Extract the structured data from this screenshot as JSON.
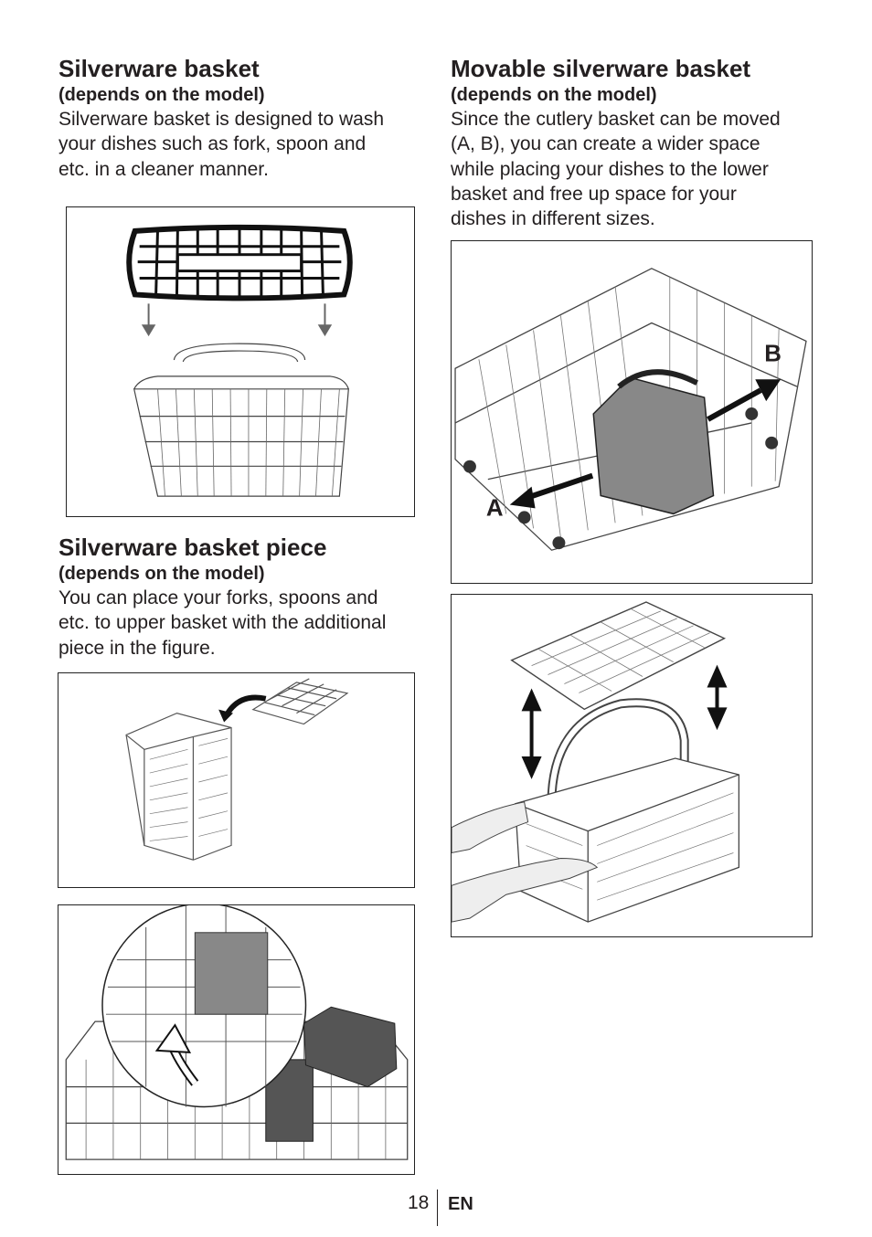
{
  "left": {
    "silverware_basket": {
      "title": "Silverware basket",
      "subtitle": "(depends on the model)",
      "lines": [
        "Silverware basket is designed to wash",
        "your dishes such as fork, spoon and",
        "etc. in a cleaner manner."
      ]
    },
    "basket_piece": {
      "title": "Silverware basket piece",
      "subtitle": "(depends on the model)",
      "lines": [
        "You can place your forks, spoons and",
        "etc. to upper basket with the additional",
        "piece in the figure."
      ]
    }
  },
  "right": {
    "movable_basket": {
      "title": "Movable silverware basket",
      "subtitle": "(depends on the model)",
      "lines": [
        "Since the cutlery basket can be moved",
        "(A, B), you can create a wider space",
        "while placing your dishes to the lower",
        "basket and free up space for your",
        "dishes in different sizes."
      ],
      "label_a": "A",
      "label_b": "B"
    }
  },
  "footer": {
    "page_number": "18",
    "language": "EN"
  }
}
